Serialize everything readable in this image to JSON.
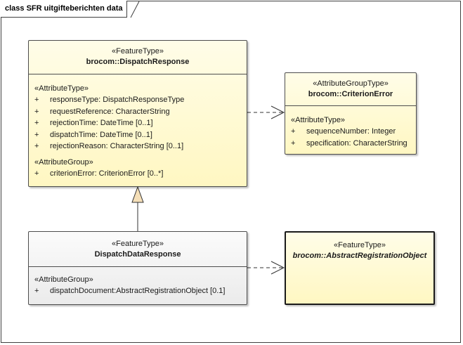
{
  "diagram": {
    "title": "class SFR uitgifteberichten data"
  },
  "classes": {
    "dispatch_response": {
      "stereotype": "«FeatureType»",
      "name": "brocom::DispatchResponse",
      "attribute_stereotype": "«AttributeType»",
      "attributes": [
        {
          "visibility": "+",
          "text": "responseType: DispatchResponseType"
        },
        {
          "visibility": "+",
          "text": "requestReference: CharacterString"
        },
        {
          "visibility": "+",
          "text": "rejectionTime: DateTime [0..1]"
        },
        {
          "visibility": "+",
          "text": "dispatchTime: DateTime [0..1]"
        },
        {
          "visibility": "+",
          "text": "rejectionReason: CharacterString [0..1]"
        }
      ],
      "group_stereotype": "«AttributeGroup»",
      "groups": [
        {
          "visibility": "+",
          "text": "criterionError: CriterionError [0..*]"
        }
      ]
    },
    "criterion_error": {
      "stereotype": "«AttributeGroupType»",
      "name": "brocom::CriterionError",
      "attribute_stereotype": "«AttributeType»",
      "attributes": [
        {
          "visibility": "+",
          "text": "sequenceNumber: Integer"
        },
        {
          "visibility": "+",
          "text": "specification: CharacterString"
        }
      ]
    },
    "dispatch_data_response": {
      "stereotype": "«FeatureType»",
      "name": "DispatchDataResponse",
      "group_stereotype": "«AttributeGroup»",
      "groups": [
        {
          "visibility": "+",
          "text": "dispatchDocument:AbstractRegistrationObject [0.1]"
        }
      ]
    },
    "abstract_registration_object": {
      "stereotype": "«FeatureType»",
      "name": "brocom::AbstractRegistrationObject"
    }
  },
  "relations": [
    {
      "type": "dependency",
      "from": "brocom::DispatchResponse",
      "to": "brocom::CriterionError"
    },
    {
      "type": "generalization",
      "from": "DispatchDataResponse",
      "to": "brocom::DispatchResponse"
    },
    {
      "type": "dependency",
      "from": "DispatchDataResponse",
      "to": "brocom::AbstractRegistrationObject"
    }
  ],
  "colors": {
    "class_fill": "#fff7c2",
    "subclass_fill": "#ebebeb",
    "border": "#4d4d4d",
    "generalization_arrow_fill": "#f5dfb8"
  }
}
